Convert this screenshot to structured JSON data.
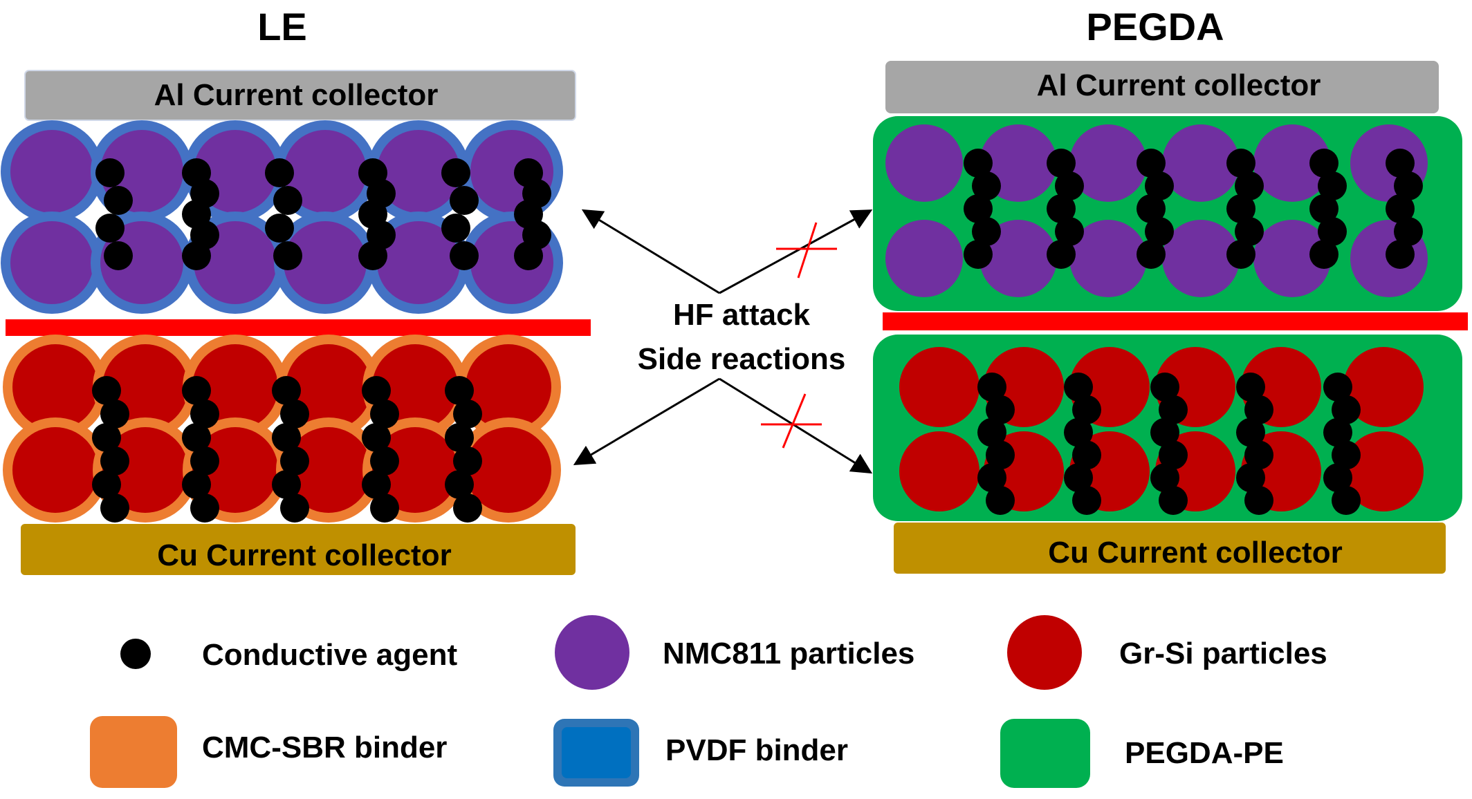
{
  "panels": {
    "left_title": "LE",
    "right_title": "PEGDA",
    "al_collector": "Al Current collector",
    "cu_collector": "Cu Current collector"
  },
  "center": {
    "line1": "HF attack",
    "line2": "Side reactions"
  },
  "legend": {
    "conductive_agent": "Conductive agent",
    "nmc811": "NMC811 particles",
    "grsi": "Gr-Si particles",
    "cmc_sbr": "CMC-SBR binder",
    "pvdf": "PVDF binder",
    "pegda_pe": "PEGDA-PE"
  },
  "colors": {
    "nmc811": "#7030a0",
    "grsi": "#c00000",
    "pvdf": "#4472c4",
    "cmc_sbr": "#ed7d31",
    "pegda_pe": "#00b050",
    "al": "#a6a6a6",
    "cu": "#bf9000",
    "separator": "#ff0000",
    "conductive": "#000000"
  }
}
